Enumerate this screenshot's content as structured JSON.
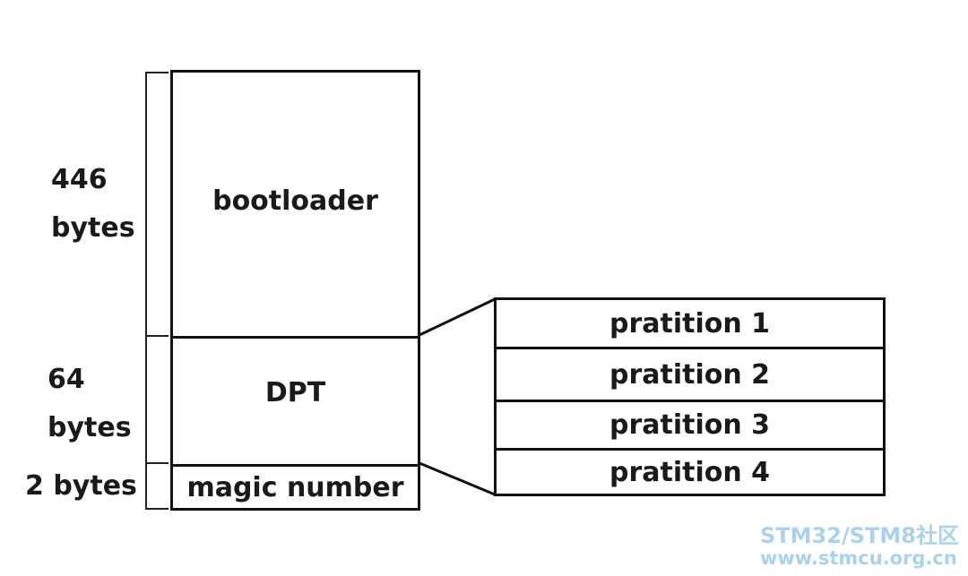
{
  "mbr": {
    "bootloader_label": "bootloader",
    "dpt_label": "DPT",
    "magic_label": "magic number"
  },
  "sizes": {
    "bootloader_size": "446",
    "bootloader_unit": "bytes",
    "dpt_size": "64",
    "dpt_unit": "bytes",
    "magic_size": "2 bytes"
  },
  "partitions": [
    "pratition 1",
    "pratition 2",
    "pratition 3",
    "pratition 4"
  ],
  "watermark": {
    "line1": "STM32/STM8社区",
    "line2": "www.stmcu.org.cn"
  }
}
